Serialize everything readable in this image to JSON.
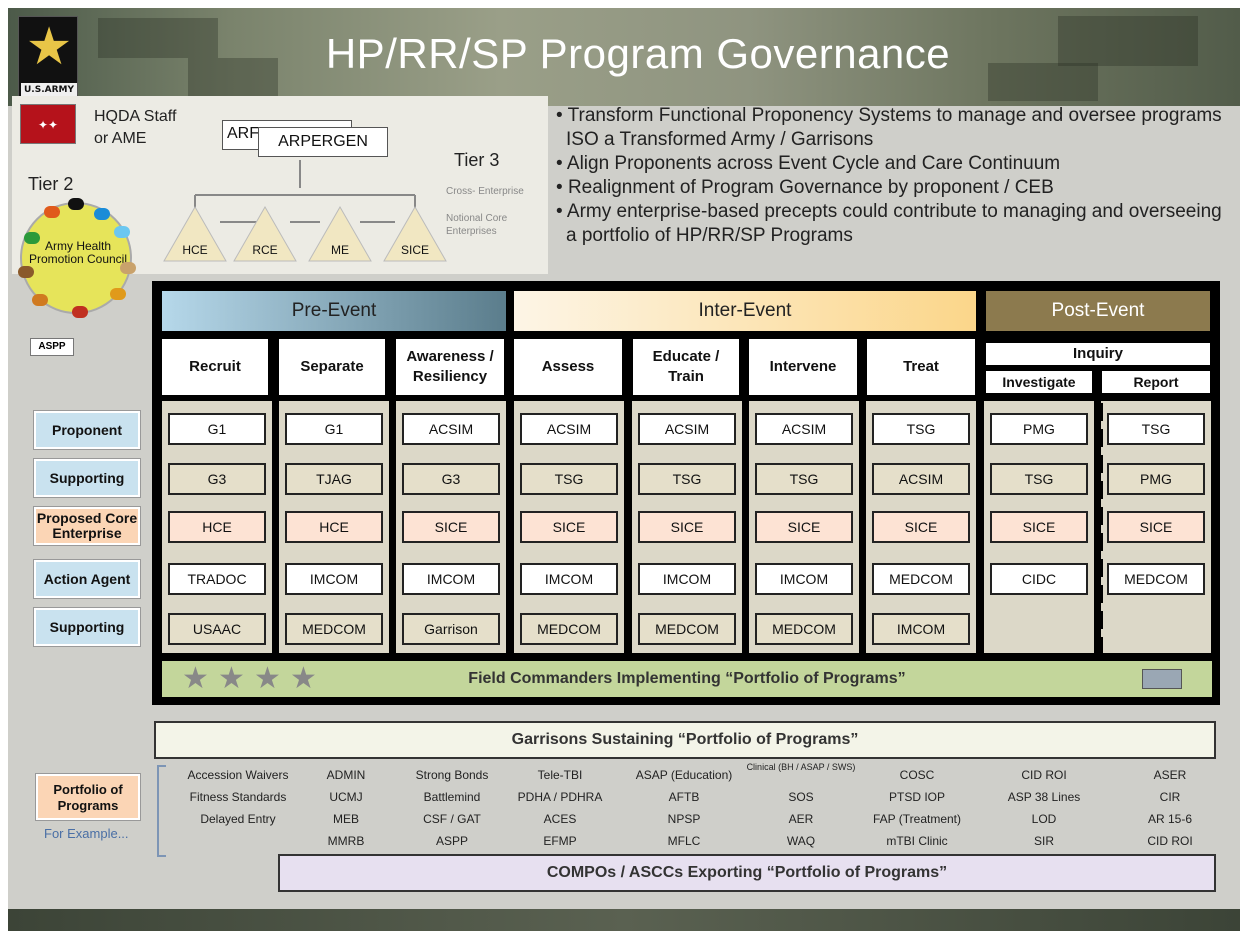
{
  "title": "HP/RR/SP Program Governance",
  "logo": {
    "text": "U.S.ARMY",
    "icon": "army-star-icon"
  },
  "tier_panel": {
    "hqda": "HQDA Staff or AME",
    "tier2": "Tier 2",
    "tier3": "Tier 3",
    "back_box": "ARF",
    "arpergen": "ARPERGEN",
    "cross_enterprise": "Cross- Enterprise",
    "notional": "Notional Core Enterprises",
    "triangles": [
      "HCE",
      "RCE",
      "ME",
      "SICE"
    ],
    "council": "Army Health Promotion Council",
    "aspp": "ASPP"
  },
  "bullets": [
    "Transform Functional Proponency Systems to manage and oversee programs ISO a Transformed Army / Garrisons",
    "Align Proponents across Event Cycle and Care Continuum",
    "Realignment of Program Governance by proponent / CEB",
    "Army enterprise-based precepts could contribute to managing and overseeing a portfolio of HP/RR/SP Programs"
  ],
  "phases": [
    "Pre-Event",
    "Inter-Event",
    "Post-Event"
  ],
  "columns": [
    "Recruit",
    "Separate",
    "Awareness / Resiliency",
    "Assess",
    "Educate / Train",
    "Intervene",
    "Treat"
  ],
  "inquiry": {
    "label": "Inquiry",
    "sub": [
      "Investigate",
      "Report"
    ]
  },
  "row_labels": [
    "Proponent",
    "Supporting",
    "Proposed Core Enterprise",
    "Action Agent",
    "Supporting"
  ],
  "cells": [
    [
      "G1",
      "G1",
      "ACSIM",
      "ACSIM",
      "ACSIM",
      "ACSIM",
      "TSG",
      "PMG",
      "TSG"
    ],
    [
      "G3",
      "TJAG",
      "G3",
      "TSG",
      "TSG",
      "TSG",
      "ACSIM",
      "TSG",
      "PMG"
    ],
    [
      "HCE",
      "HCE",
      "SICE",
      "SICE",
      "SICE",
      "SICE",
      "SICE",
      "SICE",
      "SICE"
    ],
    [
      "TRADOC",
      "IMCOM",
      "IMCOM",
      "IMCOM",
      "IMCOM",
      "IMCOM",
      "MEDCOM",
      "CIDC",
      "MEDCOM"
    ],
    [
      "USAAC",
      "MEDCOM",
      "Garrison",
      "MEDCOM",
      "MEDCOM",
      "MEDCOM",
      "IMCOM",
      "",
      ""
    ]
  ],
  "field_commanders": "Field Commanders Implementing “Portfolio of Programs”",
  "garrisons": "Garrisons Sustaining “Portfolio of Programs”",
  "compos": "COMPOs / ASCCs Exporting “Portfolio of Programs”",
  "portfolio": {
    "label": "Portfolio of Programs",
    "example": "For Example..."
  },
  "examples": [
    [
      "Accession Waivers",
      "Fitness Standards",
      "Delayed Entry"
    ],
    [
      "ADMIN",
      "UCMJ",
      "MEB",
      "MMRB"
    ],
    [
      "Strong Bonds",
      "Battlemind",
      "CSF / GAT",
      "ASPP"
    ],
    [
      "Tele-TBI",
      "PDHA / PDHRA",
      "ACES",
      "EFMP"
    ],
    [
      "ASAP (Education)",
      "AFTB",
      "NPSP",
      "MFLC"
    ],
    [
      "Clinical (BH / ASAP / SWS)",
      "SOS",
      "AER",
      "WAQ"
    ],
    [
      "COSC",
      "PTSD IOP",
      "FAP (Treatment)",
      "mTBI Clinic"
    ],
    [
      "CID ROI",
      "ASP 38 Lines",
      "LOD",
      "SIR"
    ],
    [
      "ASER",
      "CIR",
      "AR 15-6",
      "CID ROI"
    ]
  ],
  "colors": {
    "pre_event": "#a9cfe2",
    "inter_event": "#fde9c4",
    "post_event": "#8c7a4e",
    "field": "#c3d69b"
  }
}
